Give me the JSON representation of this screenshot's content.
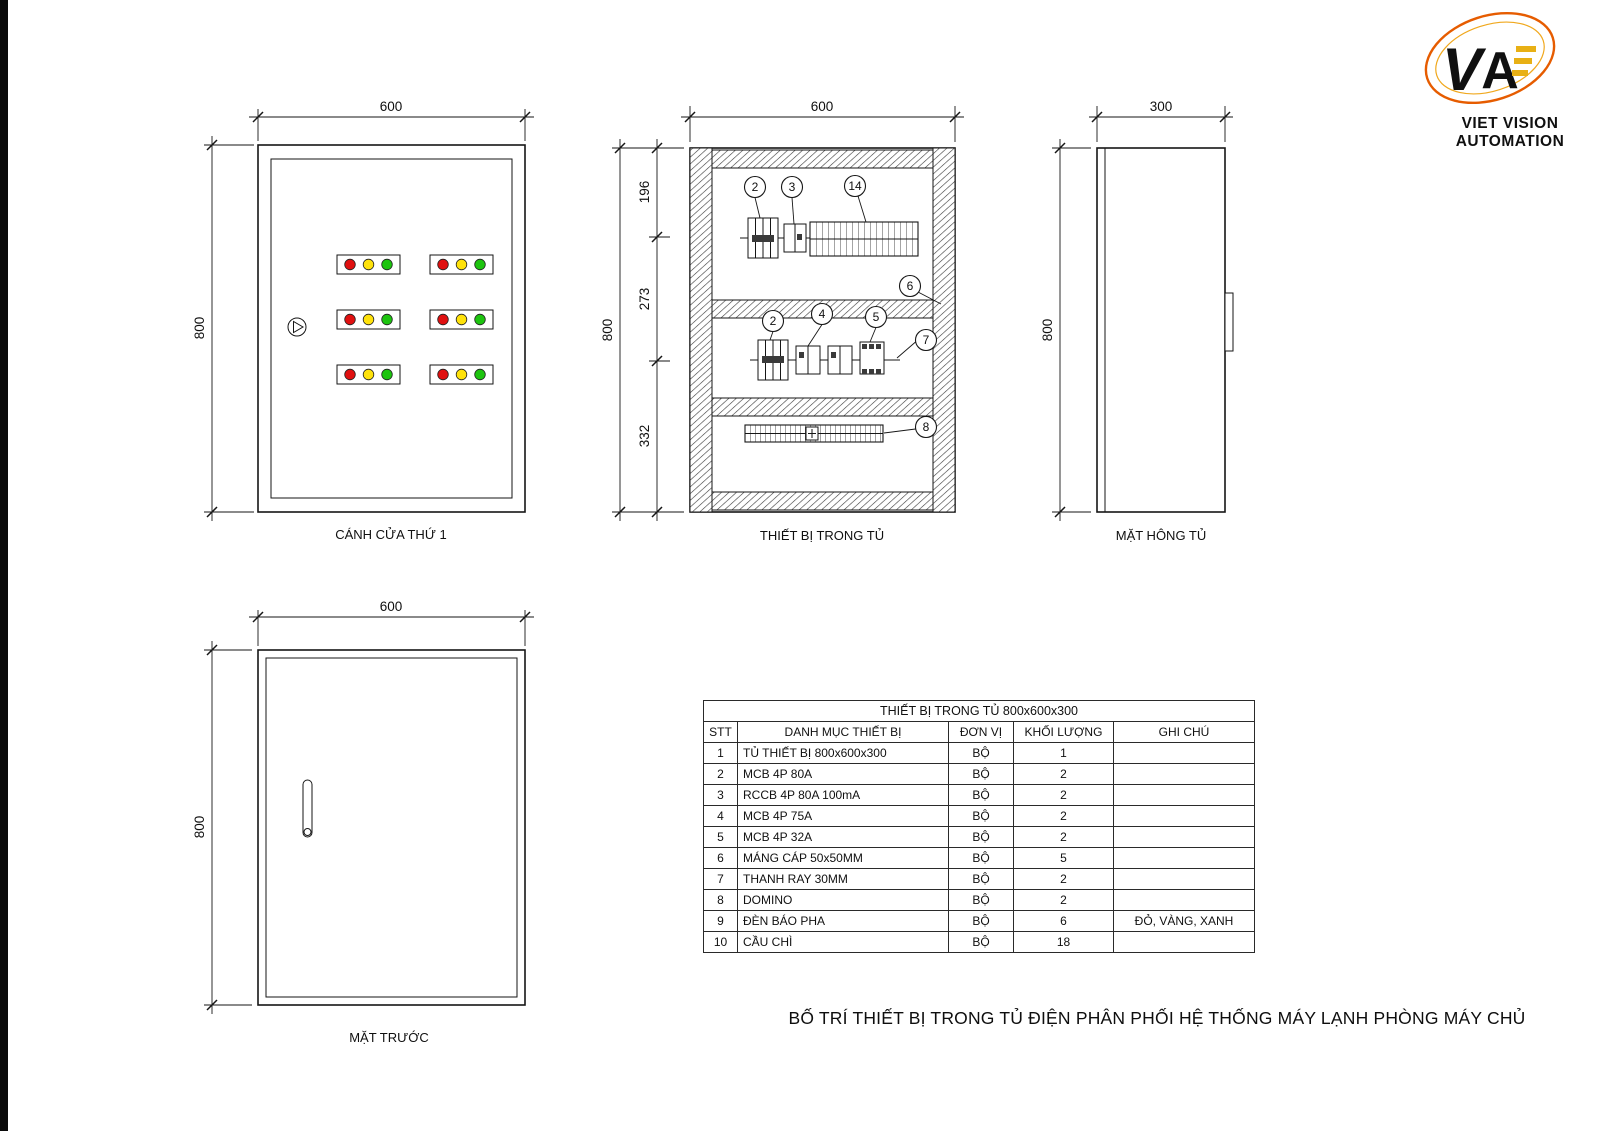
{
  "sheet": {
    "main_title": "BỐ TRÍ THIẾT BỊ TRONG TỦ ĐIỆN PHÂN PHỐI HỆ THỐNG MÁY LẠNH PHÒNG MÁY CHỦ"
  },
  "logo": {
    "monogram_v": "V",
    "monogram_a": "A",
    "brand_line1": "VIET VISION",
    "brand_line2": "AUTOMATION"
  },
  "colors": {
    "line": "#161616",
    "lamp_red": "#e01010",
    "lamp_yellow": "#ffe20a",
    "lamp_green": "#1dc40f",
    "logo_orange": "#f57e20",
    "logo_gold": "#e8b015",
    "logo_outline": "#e65c00"
  },
  "door_view": {
    "caption": "CÁNH CỬA THỨ 1",
    "dim_width": "600",
    "dim_height": "800"
  },
  "equipment_view": {
    "caption": "THIẾT BỊ TRONG TỦ",
    "dim_width": "600",
    "dim_height": "800",
    "dim_segments": [
      "196",
      "273",
      "332"
    ],
    "callouts": [
      "2",
      "3",
      "14",
      "6",
      "2",
      "4",
      "5",
      "7",
      "8"
    ]
  },
  "side_view": {
    "caption": "MẶT HÔNG TỦ",
    "dim_width": "300",
    "dim_height": "800"
  },
  "front_view": {
    "caption": "MẶT TRƯỚC",
    "dim_width": "600",
    "dim_height": "800"
  },
  "table": {
    "title": "THIẾT BỊ TRONG TỦ 800x600x300",
    "headers": [
      "STT",
      "DANH MỤC THIẾT BỊ",
      "ĐƠN VỊ",
      "KHỐI LƯỢNG",
      "GHI CHÚ"
    ],
    "rows": [
      {
        "stt": "1",
        "item": "TỦ THIẾT BỊ 800x600x300",
        "unit": "BỘ",
        "qty": "1",
        "note": ""
      },
      {
        "stt": "2",
        "item": "MCB 4P 80A",
        "unit": "BỘ",
        "qty": "2",
        "note": ""
      },
      {
        "stt": "3",
        "item": "RCCB 4P 80A 100mA",
        "unit": "BỘ",
        "qty": "2",
        "note": ""
      },
      {
        "stt": "4",
        "item": "MCB 4P 75A",
        "unit": "BỘ",
        "qty": "2",
        "note": ""
      },
      {
        "stt": "5",
        "item": "MCB 4P 32A",
        "unit": "BỘ",
        "qty": "2",
        "note": ""
      },
      {
        "stt": "6",
        "item": "MÁNG CÁP 50x50MM",
        "unit": "BỘ",
        "qty": "5",
        "note": ""
      },
      {
        "stt": "7",
        "item": "THANH RAY 30MM",
        "unit": "BỘ",
        "qty": "2",
        "note": ""
      },
      {
        "stt": "8",
        "item": "DOMINO",
        "unit": "BỘ",
        "qty": "2",
        "note": ""
      },
      {
        "stt": "9",
        "item": "ĐÈN BÁO PHA",
        "unit": "BỘ",
        "qty": "6",
        "note": "ĐỎ,  VÀNG,  XANH"
      },
      {
        "stt": "10",
        "item": "CẦU CHÌ",
        "unit": "BỘ",
        "qty": "18",
        "note": ""
      }
    ]
  }
}
